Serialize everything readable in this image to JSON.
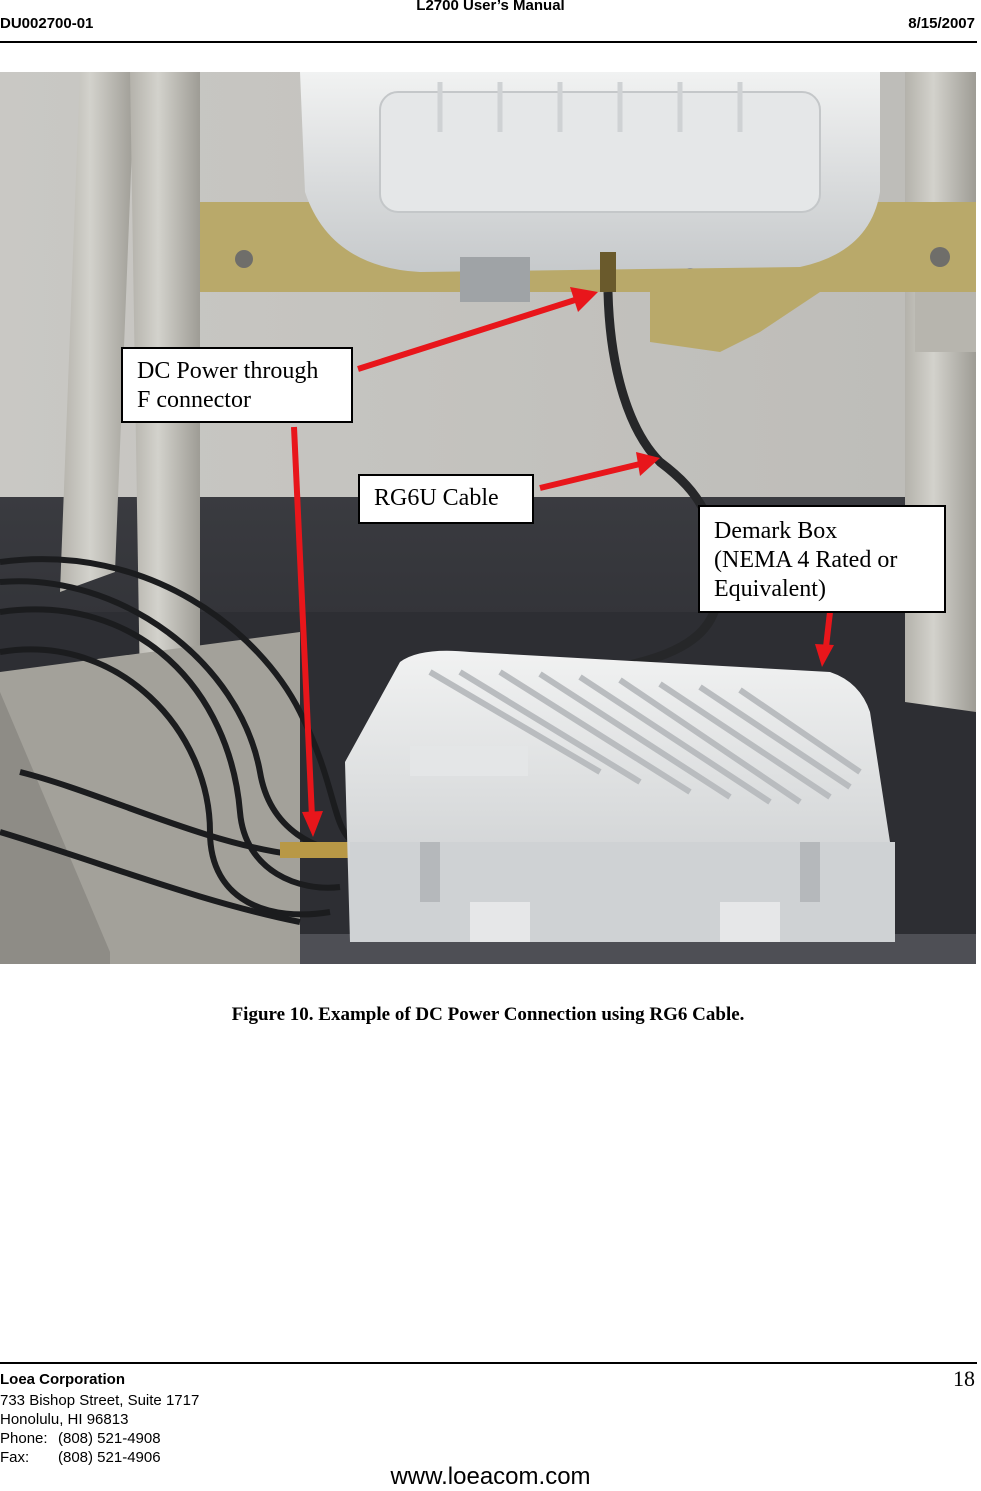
{
  "header": {
    "title": "L2700 User’s Manual",
    "doc_id": "DU002700-01",
    "date": "8/15/2007"
  },
  "figure": {
    "callouts": {
      "dc_power": [
        "DC Power through",
        "F connector"
      ],
      "rg6u": [
        "RG6U Cable"
      ],
      "demark": [
        "Demark Box",
        "(NEMA 4 Rated or",
        "Equivalent)"
      ]
    },
    "arrow_color": "#e8161b",
    "caption": "Figure 10. Example of DC Power Connection using RG6 Cable."
  },
  "footer": {
    "company": "Loea Corporation",
    "address1": "733 Bishop Street, Suite 1717",
    "address2": "Honolulu, HI  96813",
    "phone_label": "Phone:",
    "phone": "(808) 521-4908",
    "fax_label": "Fax:",
    "fax": "(808) 521-4906",
    "page_number": "18",
    "website": "www.loeacom.com"
  }
}
